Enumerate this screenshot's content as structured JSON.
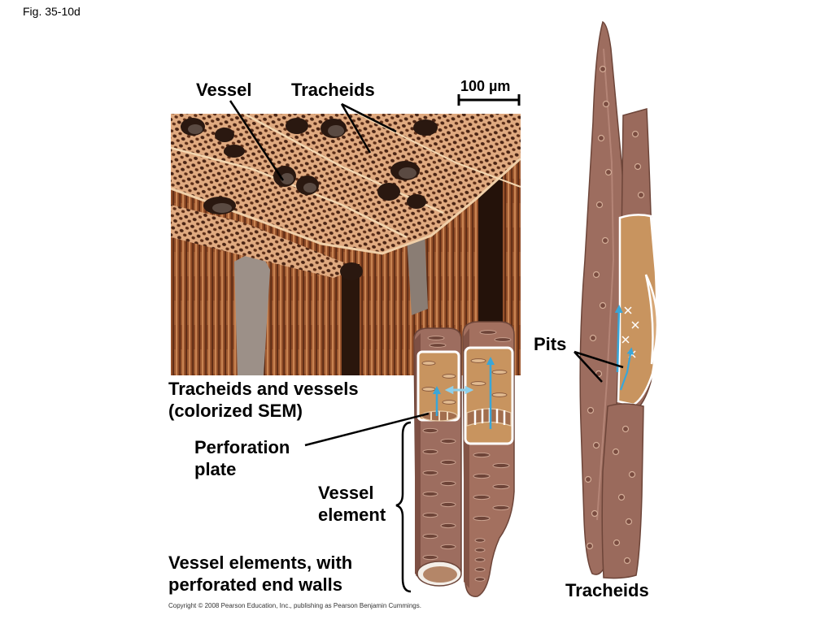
{
  "figure": {
    "id_label": "Fig. 35-10d",
    "copyright": "Copyright © 2008 Pearson Education, Inc., publishing as Pearson Benjamin Cummings."
  },
  "sem_panel": {
    "label_vessel": "Vessel",
    "label_tracheids": "Tracheids",
    "scale_bar": "100 µm",
    "caption_line1": "Tracheids and vessels",
    "caption_line2": "(colorized SEM)"
  },
  "vessel_panel": {
    "perforation_line1": "Perforation",
    "perforation_line2": "plate",
    "vessel_element_line1": "Vessel",
    "vessel_element_line2": "element",
    "caption_line1": "Vessel elements, with",
    "caption_line2": "perforated end walls"
  },
  "tracheid_panel": {
    "pits_label": "Pits",
    "caption": "Tracheids"
  },
  "colors": {
    "text": "#000000",
    "cell_wall": "#9d6d5f",
    "cell_interior": "#c8945f",
    "sem_tone": "#c98452",
    "water_flow_arrow": "#39a6d8"
  }
}
